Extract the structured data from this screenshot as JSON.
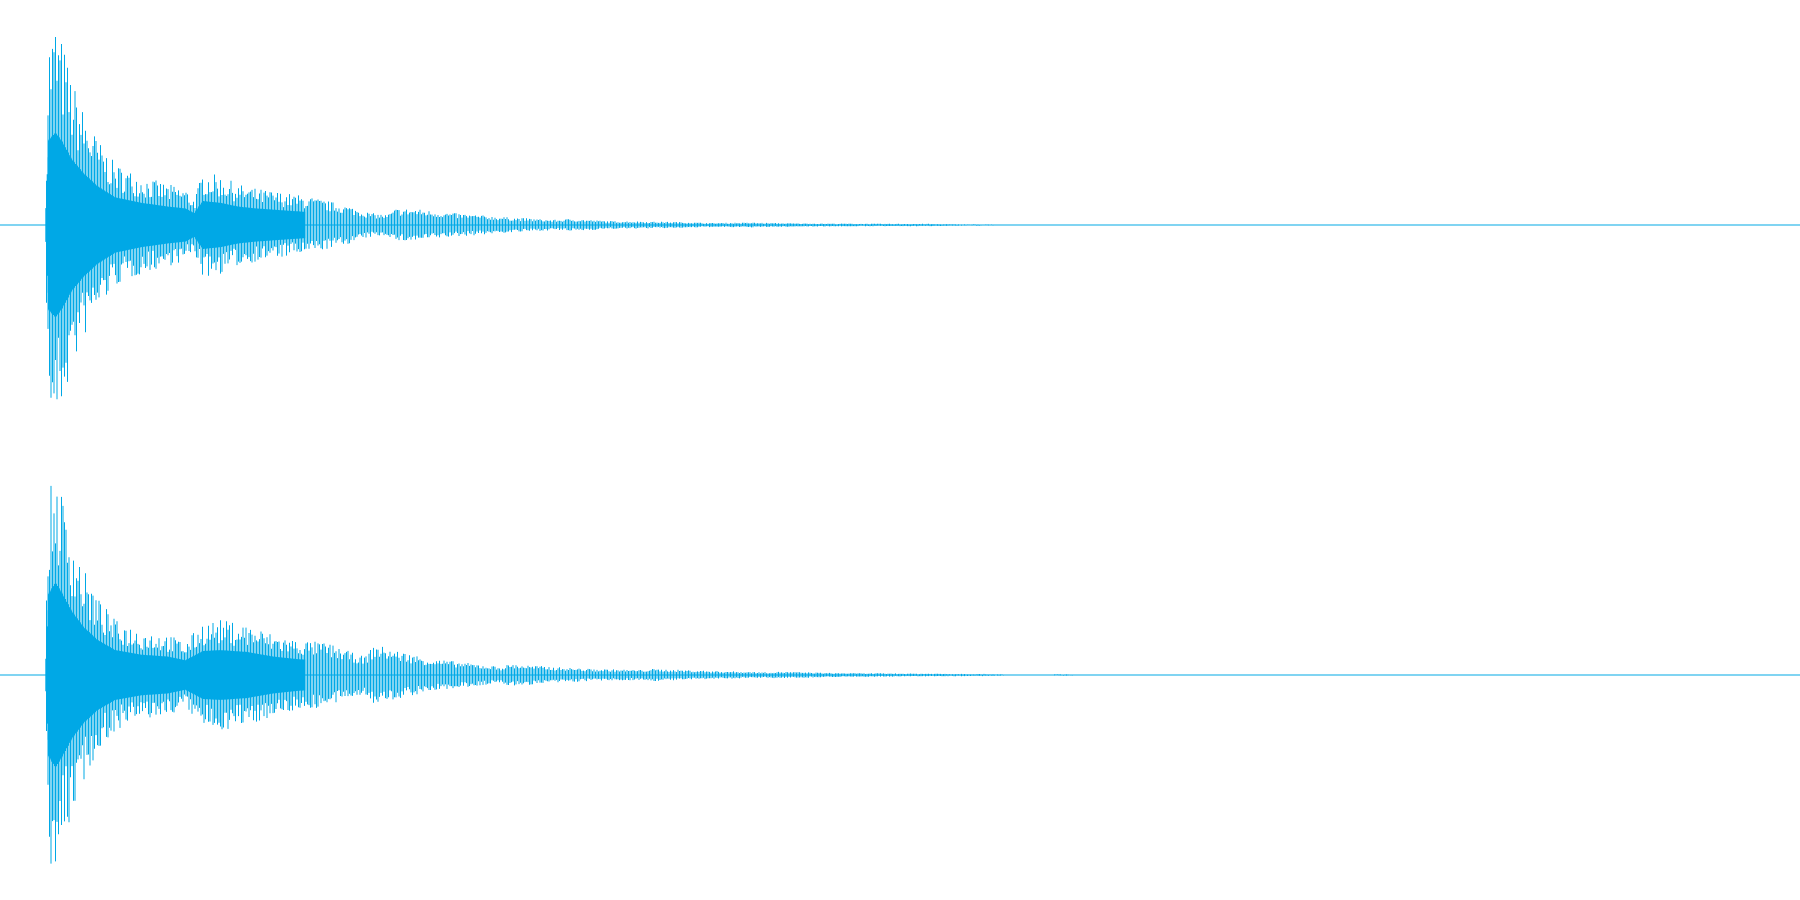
{
  "waveform": {
    "color": "#00a8e6",
    "background": "#ffffff",
    "channels": [
      {
        "name": "",
        "envelope": [
          [
            0.0,
            0.0
          ],
          [
            0.002,
            0.92
          ],
          [
            0.006,
            1.0
          ],
          [
            0.01,
            0.9
          ],
          [
            0.015,
            0.72
          ],
          [
            0.022,
            0.56
          ],
          [
            0.03,
            0.42
          ],
          [
            0.04,
            0.3
          ],
          [
            0.055,
            0.24
          ],
          [
            0.07,
            0.2
          ],
          [
            0.08,
            0.18
          ],
          [
            0.085,
            0.13
          ],
          [
            0.09,
            0.26
          ],
          [
            0.1,
            0.24
          ],
          [
            0.11,
            0.2
          ],
          [
            0.12,
            0.18
          ],
          [
            0.135,
            0.16
          ],
          [
            0.15,
            0.14
          ],
          [
            0.17,
            0.1
          ],
          [
            0.185,
            0.06
          ],
          [
            0.195,
            0.05
          ],
          [
            0.2,
            0.08
          ],
          [
            0.21,
            0.08
          ],
          [
            0.23,
            0.06
          ],
          [
            0.26,
            0.04
          ],
          [
            0.28,
            0.03
          ],
          [
            0.29,
            0.025
          ],
          [
            0.3,
            0.03
          ],
          [
            0.32,
            0.02
          ],
          [
            0.36,
            0.015
          ],
          [
            0.38,
            0.01
          ],
          [
            0.4,
            0.012
          ],
          [
            0.43,
            0.008
          ],
          [
            0.48,
            0.006
          ],
          [
            0.5,
            0.006
          ],
          [
            0.52,
            0.004
          ],
          [
            0.54,
            0.003
          ],
          [
            0.55,
            0.002
          ],
          [
            0.56,
            0.0
          ],
          [
            1.0,
            0.0
          ]
        ]
      },
      {
        "name": "",
        "envelope": [
          [
            0.0,
            0.0
          ],
          [
            0.002,
            0.88
          ],
          [
            0.006,
            1.0
          ],
          [
            0.01,
            0.88
          ],
          [
            0.015,
            0.7
          ],
          [
            0.022,
            0.52
          ],
          [
            0.03,
            0.38
          ],
          [
            0.04,
            0.27
          ],
          [
            0.055,
            0.22
          ],
          [
            0.07,
            0.2
          ],
          [
            0.08,
            0.16
          ],
          [
            0.09,
            0.26
          ],
          [
            0.1,
            0.27
          ],
          [
            0.115,
            0.25
          ],
          [
            0.13,
            0.2
          ],
          [
            0.145,
            0.17
          ],
          [
            0.16,
            0.16
          ],
          [
            0.175,
            0.11
          ],
          [
            0.182,
            0.09
          ],
          [
            0.188,
            0.15
          ],
          [
            0.2,
            0.12
          ],
          [
            0.22,
            0.08
          ],
          [
            0.25,
            0.05
          ],
          [
            0.26,
            0.04
          ],
          [
            0.265,
            0.055
          ],
          [
            0.28,
            0.045
          ],
          [
            0.31,
            0.03
          ],
          [
            0.34,
            0.025
          ],
          [
            0.345,
            0.03
          ],
          [
            0.38,
            0.02
          ],
          [
            0.41,
            0.014
          ],
          [
            0.42,
            0.016
          ],
          [
            0.45,
            0.01
          ],
          [
            0.5,
            0.007
          ],
          [
            0.54,
            0.005
          ],
          [
            0.55,
            0.002
          ],
          [
            0.57,
            0.0
          ],
          [
            0.575,
            0.004
          ],
          [
            0.585,
            0.003
          ],
          [
            0.59,
            0.0
          ],
          [
            1.0,
            0.0
          ]
        ]
      }
    ]
  }
}
